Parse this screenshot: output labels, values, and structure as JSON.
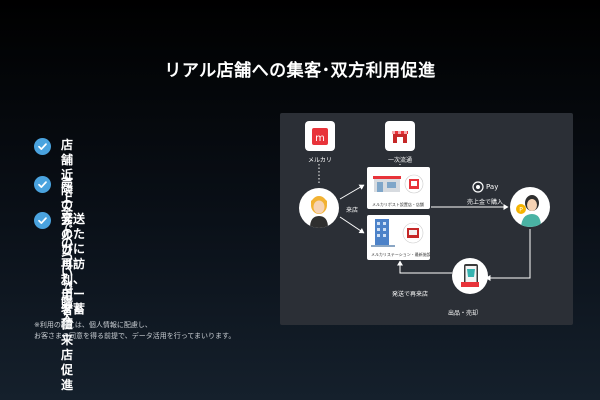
{
  "title": "リアル店舗への集客･双方利用促進",
  "bullets": [
    {
      "lines": [
        "店舗近隣の",
        "メルカリ利用者に来店促進"
      ]
    },
    {
      "lines": [
        "売上金でのついで購入"
      ]
    },
    {
      "lines": [
        "発送のたびに再訪し、データ蓄積"
      ]
    }
  ],
  "note": [
    "※利用の際には、個人情報に配慮し、",
    "お客さまの同意を得る前提で、データ活用を行ってまいります。"
  ],
  "diagram": {
    "mercari_label": "メルカリ",
    "mercari_logo": "m",
    "store_label": "一次流通",
    "visit_label": "来店",
    "post_label": "メルカリポスト設置店・店舗",
    "station_label": "メルカリステーション・最新施設",
    "pay_label": "Pay",
    "purchase_label": "売上金で購入",
    "revisit_label": "発送で再来店",
    "listing_label": "出品・売却"
  },
  "colors": {
    "accent": "#4aa3df",
    "mercari_red": "#e8333a",
    "coin": "#f5b400"
  }
}
